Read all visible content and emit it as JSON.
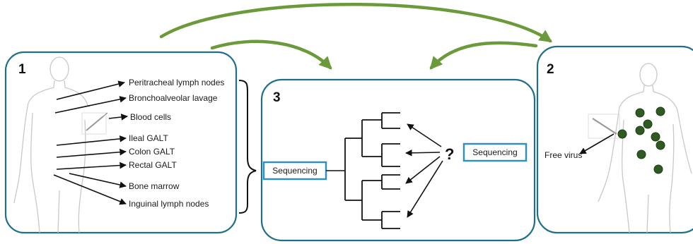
{
  "panel1": {
    "number": "1",
    "sample_labels": [
      "Peritracheal lymph nodes",
      "Bronchoalveolar lavage",
      "Blood cells",
      "Ileal GALT",
      "Colon GALT",
      "Rectal GALT",
      "Bone marrow",
      "Inguinal lymph nodes"
    ]
  },
  "panel2": {
    "number": "2",
    "free_virus": "Free virus"
  },
  "panel3": {
    "number": "3",
    "seq_left": "Sequencing",
    "seq_right": "Sequencing",
    "question": "?"
  },
  "colors": {
    "border": "#1f6f8b",
    "seq_box": "#2a8fc4",
    "arrow_green": "#6a9a3a",
    "virus": "#2f5a22",
    "body": "#c9c9c9"
  }
}
